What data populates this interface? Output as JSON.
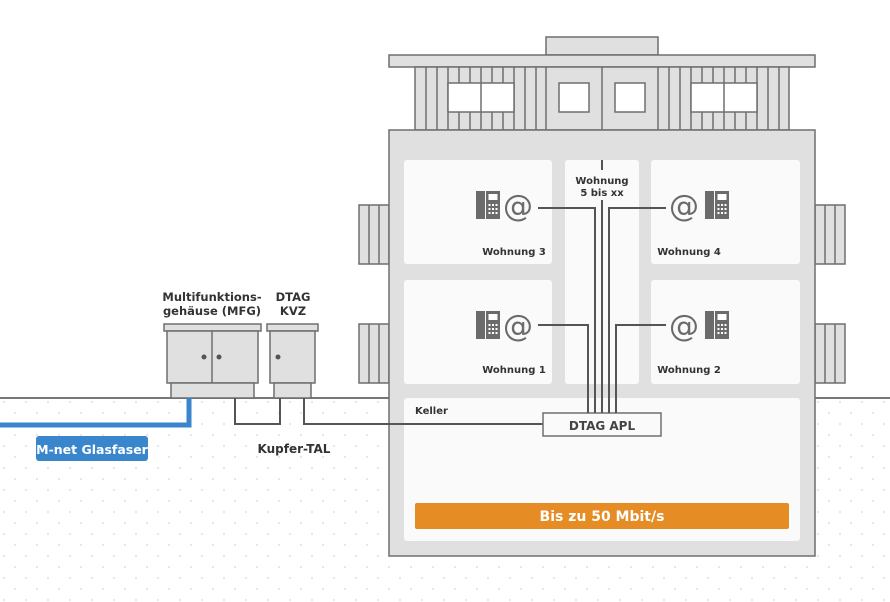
{
  "labels": {
    "mfg_line1": "Multifunktions-",
    "mfg_line2": "gehäuse (MFG)",
    "kvz_line1": "DTAG",
    "kvz_line2": "KVZ",
    "kupfer_tal": "Kupfer-TAL",
    "glasfaser": "M-net Glasfaser",
    "keller": "Keller",
    "apl": "DTAG APL",
    "speed": "Bis zu 50 Mbit/s",
    "wohnung_5_line1": "Wohnung",
    "wohnung_5_line2": "5 bis xx"
  },
  "apartments": [
    {
      "name": "Wohnung 3",
      "icons": [
        "phone-icon",
        "at-icon"
      ]
    },
    {
      "name": "Wohnung 4",
      "icons": [
        "at-icon",
        "phone-icon"
      ]
    },
    {
      "name": "Wohnung 1",
      "icons": [
        "phone-icon",
        "at-icon"
      ]
    },
    {
      "name": "Wohnung 2",
      "icons": [
        "at-icon",
        "phone-icon"
      ]
    }
  ],
  "colors": {
    "fiber": "#3a86cc",
    "speed_bar": "#e68c25",
    "line": "#555555",
    "building": "#e0e0e0"
  }
}
